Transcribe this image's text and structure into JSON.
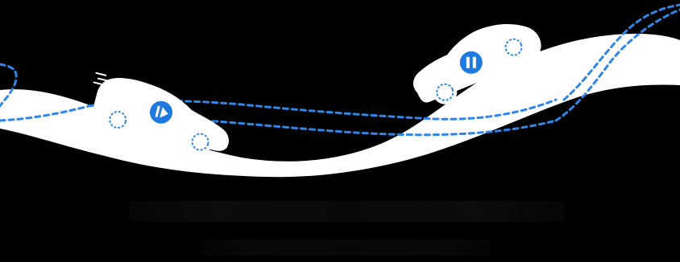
{
  "scene": {
    "background": "#000000",
    "road_color": "#ffffff",
    "path_color": "#2f86e8",
    "badge_color": "#1f7ae0"
  },
  "cars": [
    {
      "id": "left-car",
      "state": "resume",
      "icon": "play-pause-icon"
    },
    {
      "id": "right-car",
      "state": "pause",
      "icon": "pause-icon"
    }
  ]
}
